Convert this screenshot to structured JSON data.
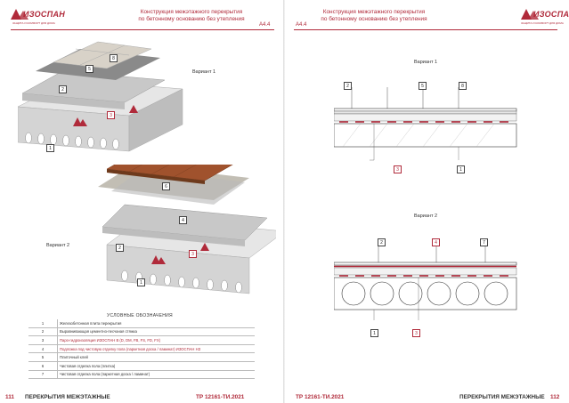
{
  "left_page": {
    "header": {
      "title_line1": "Конструкция межэтажного перекрытия",
      "title_line2": "по бетонному основанию без утепления",
      "code": "А4.4",
      "logo_text": "ИЗОСПАН",
      "logo_sub": "ЗАЩИТА И КОМФОРТ ДЛЯ ДОМА"
    },
    "variant1_label": "Вариант 1",
    "variant2_label": "Вариант 2",
    "callouts_v1": [
      "1",
      "2",
      "3",
      "5",
      "8"
    ],
    "callouts_v2": [
      "1",
      "2",
      "3",
      "4",
      "6"
    ],
    "slab_brand_text": "ИЗОСПАН",
    "legend": {
      "title": "УСЛОВНЫЕ ОБОЗНАЧЕНИЯ",
      "rows": [
        {
          "num": "1",
          "text": "Железобетонная плита перекрытия",
          "red": false
        },
        {
          "num": "2",
          "text": "Выравнивающая цементно-песчаная стяжка",
          "red": false
        },
        {
          "num": "3",
          "text": "Паро-гидроизоляция ИЗОСПАН В (D, DM, FB, FS, FD, FX)",
          "red": true
        },
        {
          "num": "4",
          "text": "Подложка под чистовую отделку пола (паркетная доска / ламинат) ИЗОСПАН НЗ",
          "red": true
        },
        {
          "num": "5",
          "text": "Плиточный клей",
          "red": false
        },
        {
          "num": "6",
          "text": "Чистовая отделка пола (плитка)",
          "red": false
        },
        {
          "num": "7",
          "text": "Чистовая отделка пола (паркетная доска / ламинат)",
          "red": false
        }
      ]
    },
    "footer": {
      "page_number": "111",
      "section": "ПЕРЕКРЫТИЯ МЕЖЭТАЖНЫЕ",
      "doc_code": "ТР 12161-ТИ.2021"
    }
  },
  "right_page": {
    "header": {
      "title_line1": "Конструкция межэтажного перекрытия",
      "title_line2": "по бетонному основанию без утепления",
      "code": "А4.4",
      "logo_text": "ИЗОСПАН",
      "logo_sub": "ЗАЩИТА И КОМФОРТ ДЛЯ ДОМА"
    },
    "variant1_label": "Вариант 1",
    "variant2_label": "Вариант 2",
    "sec1_callouts_top": [
      "2",
      "5",
      "8"
    ],
    "sec1_callouts_bottom": [
      "3",
      "1"
    ],
    "sec2_callouts_top": [
      "2",
      "4",
      "7"
    ],
    "sec2_callouts_bottom": [
      "1",
      "3"
    ],
    "footer": {
      "doc_code": "ТР 12161-ТИ.2021",
      "section": "ПЕРЕКРЫТИЯ МЕЖЭТАЖНЫЕ",
      "page_number": "112"
    }
  },
  "colors": {
    "brand": "#b02a3a",
    "concrete": "#d4d4d4",
    "wood": "#a0522d",
    "tile": "#c9c4bc"
  }
}
